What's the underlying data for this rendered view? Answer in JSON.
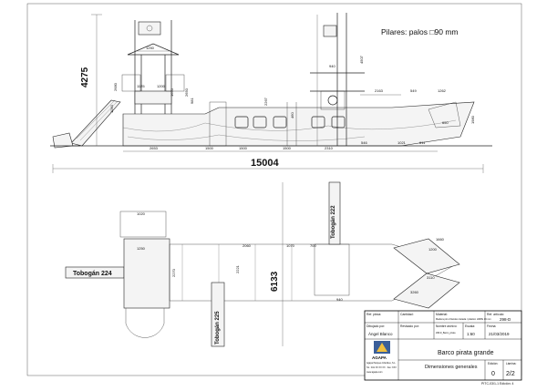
{
  "header": {
    "pillars_note": "Pilares: palos □90 mm"
  },
  "overall": {
    "length": "15004",
    "height": "4275",
    "width": "6133"
  },
  "labels": {
    "slide_side": "Tobogán 224",
    "slide_top": "Tobogán 222",
    "slide_bottom": "Tobogán 225"
  },
  "side_dims": {
    "d1250": "1250",
    "d1500a": "1500",
    "d1500b": "1500",
    "d1500c": "1500",
    "d2653": "2653",
    "d1125": "1125",
    "d1200": "1200",
    "d940": "940",
    "d2163": "2163",
    "d549": "549",
    "d1262": "1262",
    "d2680": "2680",
    "d2650": "2650",
    "d2310": "2310",
    "d1650": "1650",
    "d4507": "4507",
    "d2267": "2267",
    "d981": "981",
    "d546": "546",
    "d460": "460",
    "d1021": "1021",
    "d611": "611",
    "d1090": "1090",
    "d1980": "1980",
    "d650": "650"
  },
  "plan_dims": {
    "d1020": "1020",
    "d1250": "1250",
    "d2270": "2270",
    "d2221": "2221",
    "d940": "940",
    "d1200": "1200",
    "d2060": "2060",
    "d1070": "1070",
    "d700": "700",
    "d3110": "3110",
    "d1660": "1660",
    "d3260": "3260"
  },
  "title_block": {
    "ref_pieza_lbl": "Ref. pieza:",
    "cantidad_lbl": "Cantidad:",
    "material_lbl": "Material:",
    "material_val": "Madera pino Flandes tratada / plástico HDPE 19 mm",
    "ref_articulo_lbl": "Ref. artículo:",
    "ref_articulo_val": "298-D",
    "dibujado_lbl": "Dibujado por:",
    "dibujado_val": "Ángel Blanco",
    "revisado_lbl": "Revisado por:",
    "nombre_lbl": "Nombre archivo:",
    "nombre_val": "298-D_Barco_pirata",
    "escala_lbl": "Escala:",
    "escala_val": "1:60",
    "fecha_lbl": "Fecha:",
    "fecha_val": "21/03/2019",
    "company": "AGAPA",
    "company_sub": "Agapa Parques Infantiles, S.L.",
    "company_addr": "Tel.: 941 XX XX XX · Fax: XXX",
    "company_web": "www.agapa.com",
    "title": "Barco pirata grande",
    "subtitle": "Dimensiones generales",
    "edicion_lbl": "Edición:",
    "edicion_val": "0",
    "lamina_lbl": "Lámina:",
    "lamina_val": "2/2",
    "footer_code": "PITC-03/1-1 Edición: 4"
  }
}
